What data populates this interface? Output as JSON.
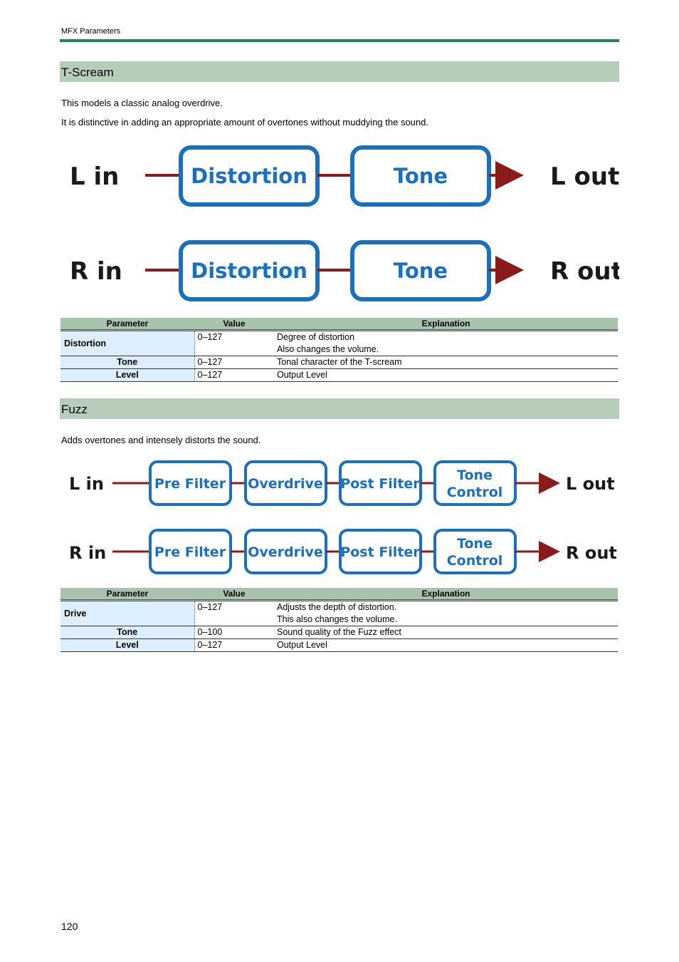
{
  "header": {
    "label": "MFX Parameters"
  },
  "sections": [
    {
      "title": "T-Scream",
      "paragraphs": [
        "This models a classic analog overdrive.",
        "It is distinctive in adding an appropriate amount of overtones without muddying the sound."
      ],
      "diagram": {
        "rows": [
          {
            "in": "L in",
            "out": "L out",
            "blocks": [
              "Distortion",
              "Tone"
            ]
          },
          {
            "in": "R in",
            "out": "R out",
            "blocks": [
              "Distortion",
              "Tone"
            ]
          }
        ]
      },
      "table": {
        "headers": [
          "Parameter",
          "Value",
          "Explanation"
        ],
        "rows": [
          {
            "param": "Distortion",
            "value": "0–127",
            "explanation": [
              "Degree of distortion",
              "Also changes the volume."
            ]
          },
          {
            "param": "Tone",
            "value": "0–127",
            "explanation": [
              "Tonal character of the T-scream"
            ]
          },
          {
            "param": "Level",
            "value": "0–127",
            "explanation": [
              "Output Level"
            ]
          }
        ]
      }
    },
    {
      "title": "Fuzz",
      "paragraphs": [
        "Adds overtones and intensely distorts the sound."
      ],
      "diagram": {
        "rows": [
          {
            "in": "L in",
            "out": "L out",
            "blocks": [
              "Pre Filter",
              "Overdrive",
              "Post Filter",
              "Tone Control"
            ]
          },
          {
            "in": "R in",
            "out": "R out",
            "blocks": [
              "Pre Filter",
              "Overdrive",
              "Post Filter",
              "Tone Control"
            ]
          }
        ]
      },
      "table": {
        "headers": [
          "Parameter",
          "Value",
          "Explanation"
        ],
        "rows": [
          {
            "param": "Drive",
            "value": "0–127",
            "explanation": [
              "Adjusts the depth of distortion.",
              "This also changes the volume."
            ]
          },
          {
            "param": "Tone",
            "value": "0–100",
            "explanation": [
              "Sound quality of the Fuzz effect"
            ]
          },
          {
            "param": "Level",
            "value": "0–127",
            "explanation": [
              "Output Level"
            ]
          }
        ]
      }
    }
  ],
  "colors": {
    "accent_rule": "#1e8a4e",
    "section_bar": "#b5cdb9",
    "block_border": "#1a6fbf",
    "signal_line": "#8b1a1a",
    "param_cell": "#ddeeff"
  },
  "footer": {
    "page_number": "120"
  }
}
